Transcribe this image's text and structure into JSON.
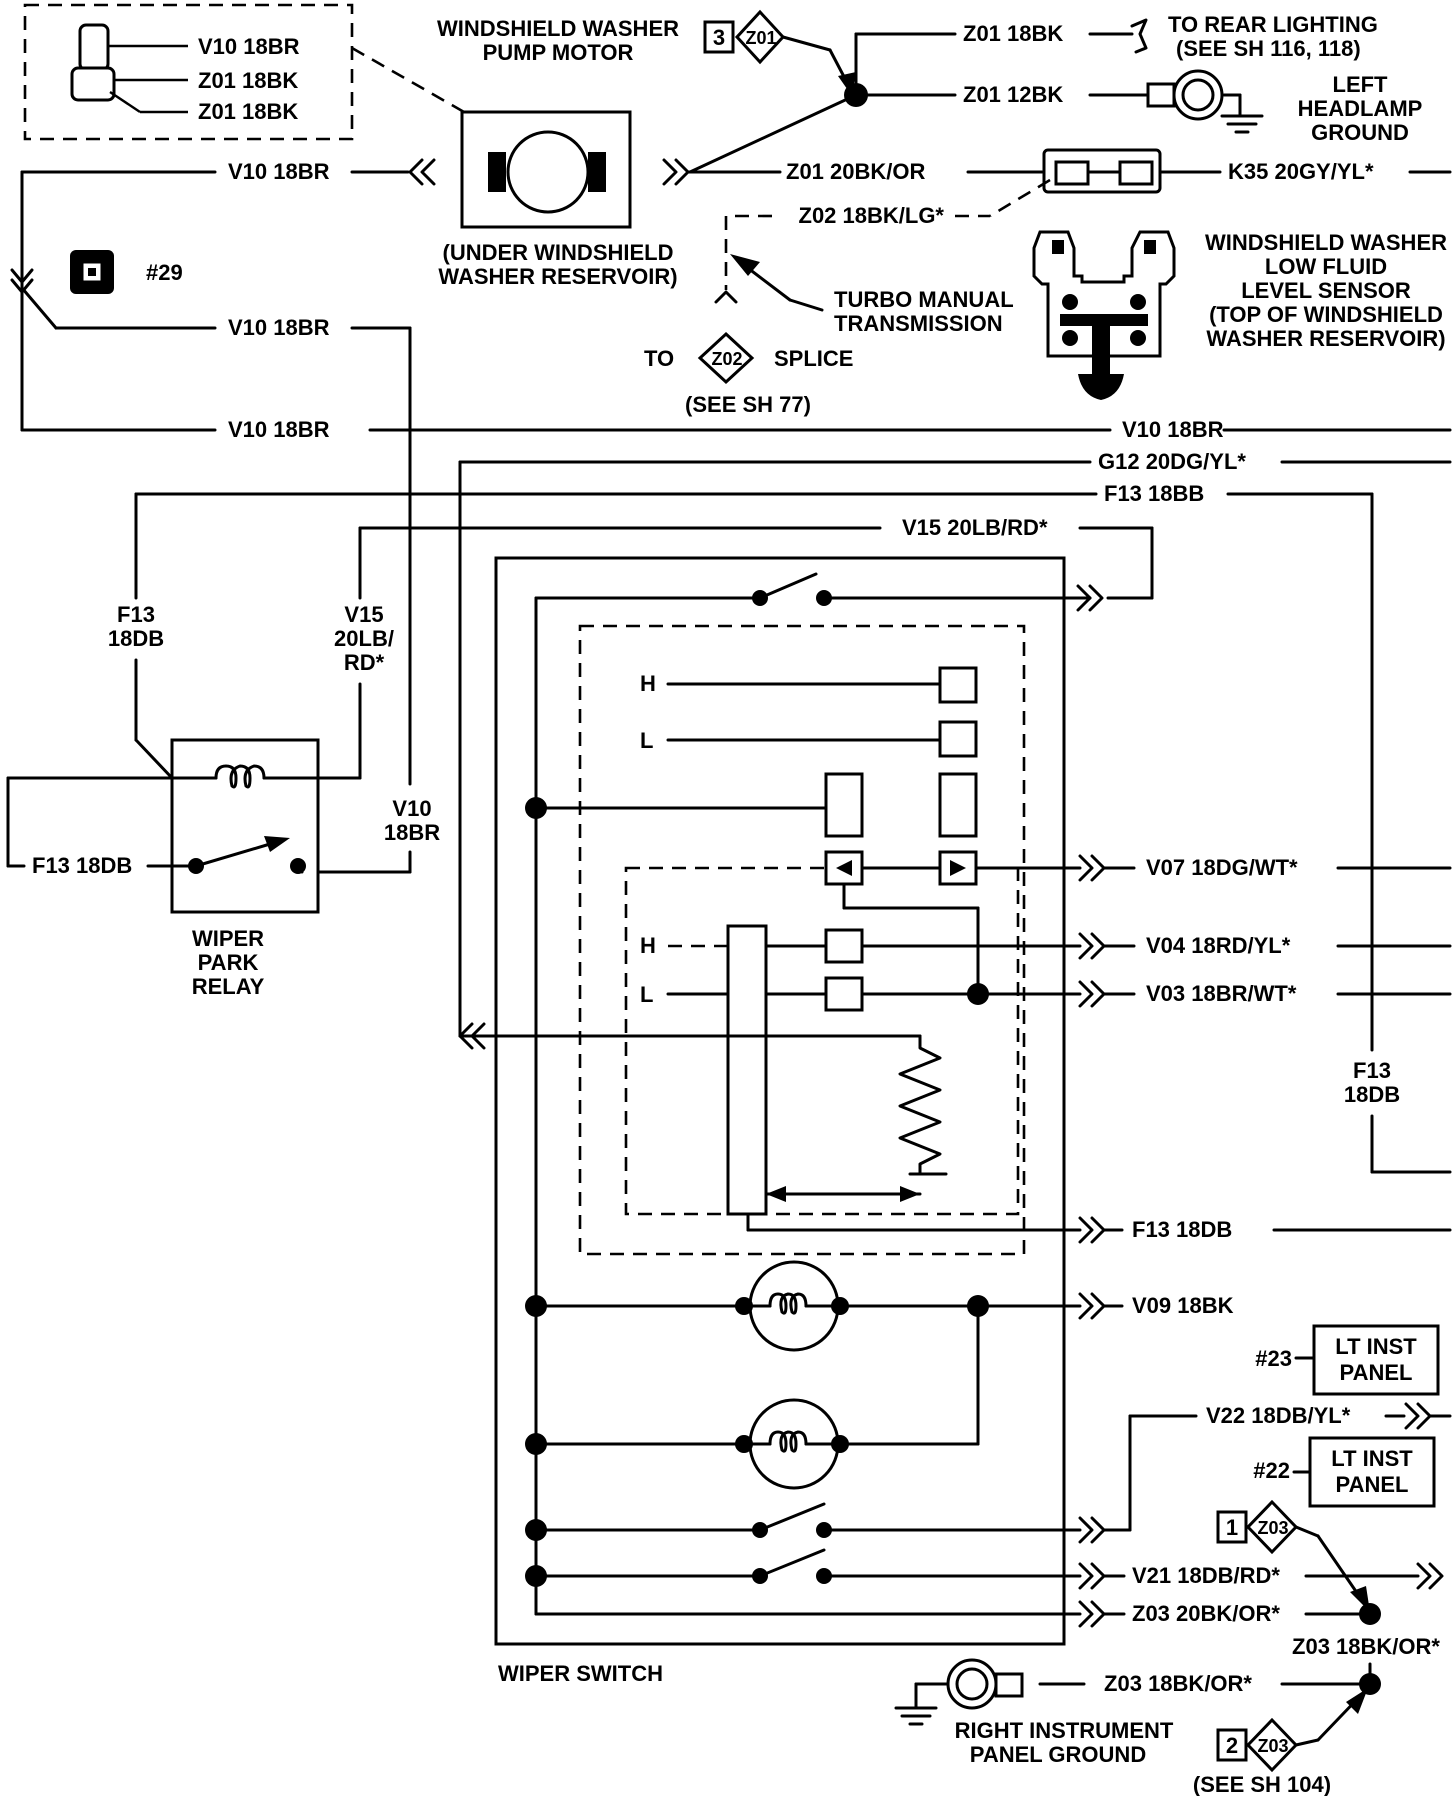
{
  "connector_inset": {
    "pin1": "V10 18BR",
    "pin2": "Z01 18BK",
    "pin3": "Z01 18BK"
  },
  "pump_motor": {
    "title_line1": "WINDSHIELD WASHER",
    "title_line2": "PUMP MOTOR",
    "location_line1": "(UNDER WINDSHIELD",
    "location_line2": "WASHER RESERVOIR)"
  },
  "splice_z01": {
    "pin": "3",
    "name": "Z01"
  },
  "splice_z02": {
    "prefix": "TO",
    "name": "Z02",
    "suffix": "SPLICE",
    "ref": "(SEE SH 77)"
  },
  "splice_z03_top": {
    "pin": "1",
    "name": "Z03"
  },
  "splice_z03_bottom": {
    "pin": "2",
    "name": "Z03",
    "ref": "(SEE SH 104)"
  },
  "rear_lighting": {
    "line1": "TO REAR LIGHTING",
    "line2": "(SEE SH 116, 118)"
  },
  "left_headlamp_ground": {
    "line1": "LEFT",
    "line2": "HEADLAMP",
    "line3": "GROUND"
  },
  "right_ip_ground": {
    "line1": "RIGHT INSTRUMENT",
    "line2": "PANEL GROUND"
  },
  "turbo_note": {
    "line1": "TURBO MANUAL",
    "line2": "TRANSMISSION"
  },
  "fluid_sensor": {
    "line1": "WINDSHIELD WASHER",
    "line2": "LOW FLUID",
    "line3": "LEVEL SENSOR",
    "line4": "(TOP OF WINDSHIELD",
    "line5": "WASHER RESERVOIR)"
  },
  "connector_29": "#29",
  "wiper_park_relay": {
    "line1": "WIPER",
    "line2": "PARK",
    "line3": "RELAY"
  },
  "wiper_switch": {
    "label": "WIPER SWITCH",
    "hi": "H",
    "lo": "L"
  },
  "lt_inst_panel_23": {
    "tag": "#23",
    "line1": "LT INST",
    "line2": "PANEL"
  },
  "lt_inst_panel_22": {
    "tag": "#22",
    "line1": "LT INST",
    "line2": "PANEL"
  },
  "wires": {
    "z01_18bk": "Z01 18BK",
    "z01_12bk": "Z01 12BK",
    "z01_20bk_or": "Z01  20BK/OR",
    "k35": "K35 20GY/YL*",
    "z02": "Z02 18BK/LG*",
    "v10_a": "V10 18BR",
    "v10_b": "V10 18BR",
    "v10_c": "V10 18BR",
    "v10_d": "V10 18BR",
    "g12": "G12 20DG/YL*",
    "f13_bb": "F13 18BB",
    "v15": "V15 20LB/RD*",
    "f13_v1": "F13",
    "f13_v2": "18DB",
    "v15_v1": "V15",
    "v15_v2": "20LB/",
    "v15_v3": "RD*",
    "v10_v1": "V10",
    "v10_v2": "18BR",
    "f13_18db_left": "F13 18DB",
    "v07": "V07 18DG/WT*",
    "v04": "V04 18RD/YL*",
    "v03": "V03 18BR/WT*",
    "f13_right_v1": "F13",
    "f13_right_v2": "18DB",
    "f13_18db_out": "F13 18DB",
    "v09": "V09 18BK",
    "v22": "V22 18DB/YL*",
    "v21": "V21 18DB/RD*",
    "z03_20": "Z03 20BK/OR*",
    "z03_18_a": "Z03 18BK/OR*",
    "z03_18_b": "Z03 18BK/OR*"
  }
}
